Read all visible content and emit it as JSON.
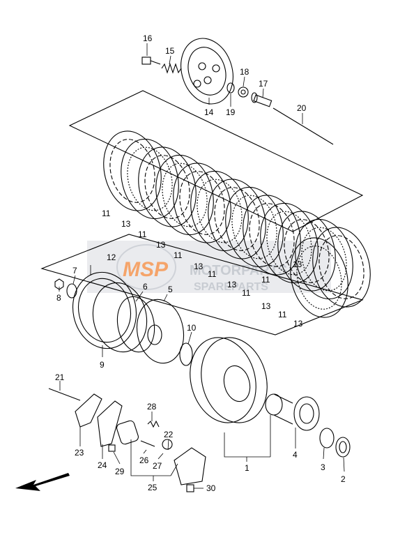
{
  "watermark": {
    "logo_text": "MSP",
    "line1": "MOTORPARTS",
    "line2": "SPAREPARTS",
    "logo_color": "#f5a46a",
    "text_color": "#c8ccd2",
    "band_color": "#d9dbe0"
  },
  "callouts": [
    {
      "id": "16",
      "label": "16"
    },
    {
      "id": "15",
      "label": "15"
    },
    {
      "id": "18",
      "label": "18"
    },
    {
      "id": "17",
      "label": "17"
    },
    {
      "id": "14",
      "label": "14"
    },
    {
      "id": "19",
      "label": "19"
    },
    {
      "id": "20",
      "label": "20"
    },
    {
      "id": "11a",
      "label": "11"
    },
    {
      "id": "13a",
      "label": "13"
    },
    {
      "id": "11b",
      "label": "11"
    },
    {
      "id": "13b",
      "label": "13"
    },
    {
      "id": "11c",
      "label": "11"
    },
    {
      "id": "13c",
      "label": "13"
    },
    {
      "id": "11d",
      "label": "11"
    },
    {
      "id": "13d",
      "label": "13"
    },
    {
      "id": "11e",
      "label": "11"
    },
    {
      "id": "13e",
      "label": "13"
    },
    {
      "id": "11f",
      "label": "11"
    },
    {
      "id": "13f",
      "label": "13"
    },
    {
      "id": "11g",
      "label": "11"
    },
    {
      "id": "13g",
      "label": "13"
    },
    {
      "id": "12",
      "label": "12"
    },
    {
      "id": "7",
      "label": "7"
    },
    {
      "id": "8",
      "label": "8"
    },
    {
      "id": "6",
      "label": "6"
    },
    {
      "id": "5",
      "label": "5"
    },
    {
      "id": "9",
      "label": "9"
    },
    {
      "id": "10",
      "label": "10"
    },
    {
      "id": "21",
      "label": "21"
    },
    {
      "id": "28",
      "label": "28"
    },
    {
      "id": "22",
      "label": "22"
    },
    {
      "id": "23",
      "label": "23"
    },
    {
      "id": "24",
      "label": "24"
    },
    {
      "id": "26",
      "label": "26"
    },
    {
      "id": "27",
      "label": "27"
    },
    {
      "id": "29",
      "label": "29"
    },
    {
      "id": "25",
      "label": "25"
    },
    {
      "id": "30",
      "label": "30"
    },
    {
      "id": "1",
      "label": "1"
    },
    {
      "id": "4",
      "label": "4"
    },
    {
      "id": "3",
      "label": "3"
    },
    {
      "id": "2",
      "label": "2"
    }
  ]
}
